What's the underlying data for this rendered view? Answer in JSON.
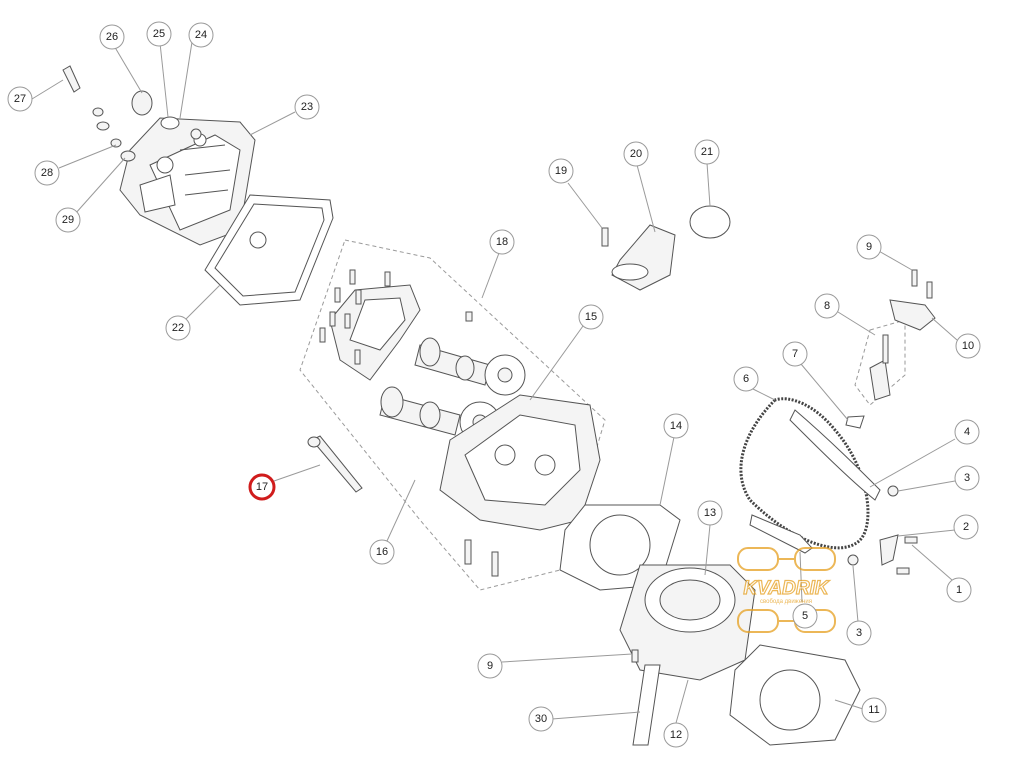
{
  "callouts": [
    {
      "id": "c27",
      "label": "27"
    },
    {
      "id": "c26",
      "label": "26"
    },
    {
      "id": "c25",
      "label": "25"
    },
    {
      "id": "c24",
      "label": "24"
    },
    {
      "id": "c23",
      "label": "23"
    },
    {
      "id": "c28",
      "label": "28"
    },
    {
      "id": "c29",
      "label": "29"
    },
    {
      "id": "c22",
      "label": "22"
    },
    {
      "id": "c18",
      "label": "18"
    },
    {
      "id": "c19",
      "label": "19"
    },
    {
      "id": "c20",
      "label": "20"
    },
    {
      "id": "c21",
      "label": "21"
    },
    {
      "id": "c9a",
      "label": "9"
    },
    {
      "id": "c8",
      "label": "8"
    },
    {
      "id": "c10",
      "label": "10"
    },
    {
      "id": "c7",
      "label": "7"
    },
    {
      "id": "c6",
      "label": "6"
    },
    {
      "id": "c15",
      "label": "15"
    },
    {
      "id": "c4",
      "label": "4"
    },
    {
      "id": "c3a",
      "label": "3"
    },
    {
      "id": "c14",
      "label": "14"
    },
    {
      "id": "c17",
      "label": "17",
      "highlighted": true
    },
    {
      "id": "c2",
      "label": "2"
    },
    {
      "id": "c16",
      "label": "16"
    },
    {
      "id": "c13",
      "label": "13"
    },
    {
      "id": "c1",
      "label": "1"
    },
    {
      "id": "c5",
      "label": "5"
    },
    {
      "id": "c3b",
      "label": "3"
    },
    {
      "id": "c9b",
      "label": "9"
    },
    {
      "id": "c11",
      "label": "11"
    },
    {
      "id": "c30",
      "label": "30"
    },
    {
      "id": "c12",
      "label": "12"
    }
  ],
  "watermark": {
    "brand": "KVADRIK",
    "tagline": "свобода движения",
    "color": "#e6a020"
  },
  "highlight_color": "#d01c1c"
}
